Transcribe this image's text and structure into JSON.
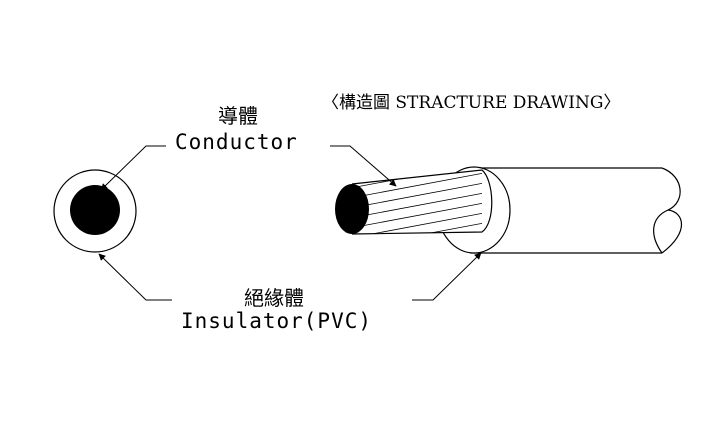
{
  "title": "〈構造圖  STRACTURE DRAWING〉",
  "labels": {
    "conductor_zh": "導體",
    "conductor_en": "Conductor",
    "insulator_zh": "絕緣體",
    "insulator_en": "Insulator(PVC)"
  },
  "colors": {
    "line": "#000000",
    "background": "#ffffff"
  }
}
